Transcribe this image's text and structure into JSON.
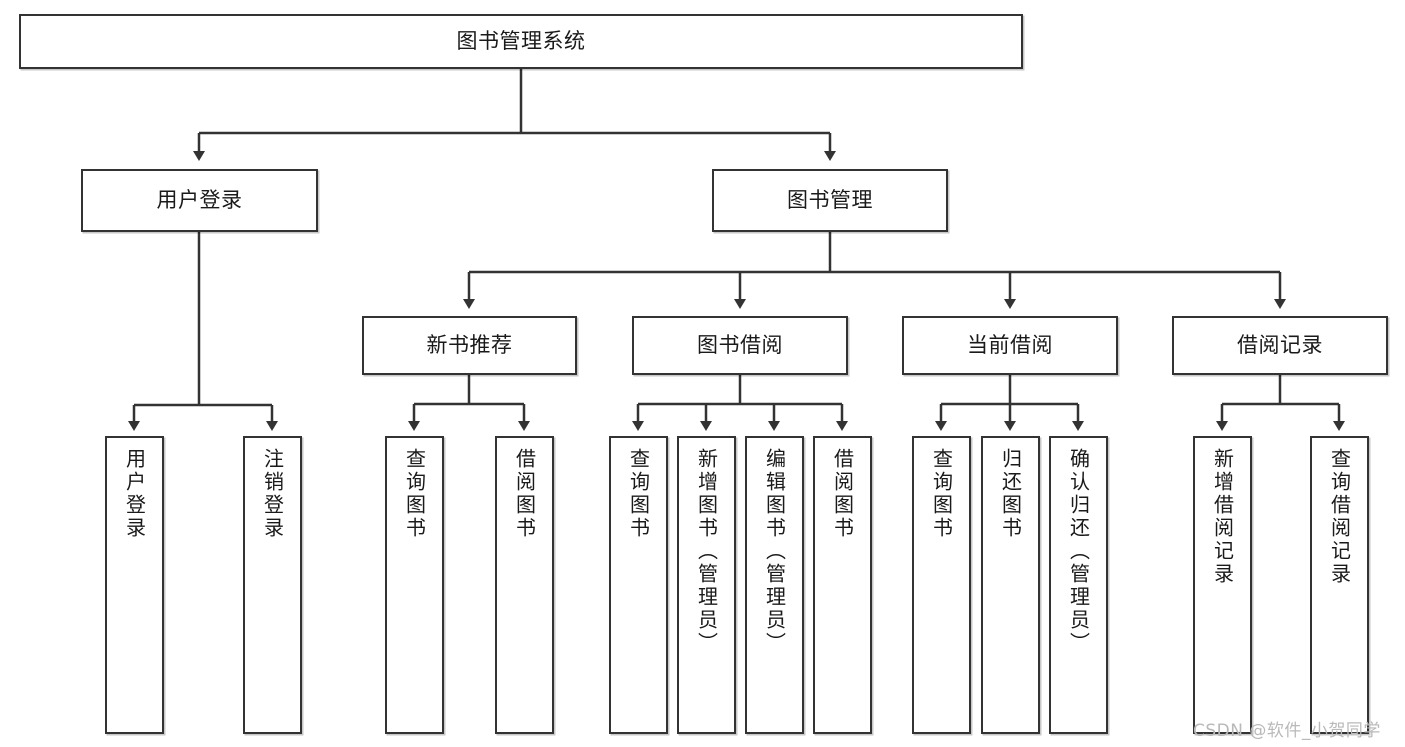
{
  "diagram": {
    "title": "图书管理系统",
    "type": "tree",
    "watermark": "CSDN @软件_小贺同学",
    "colors": {
      "box_border": "#333333",
      "box_fill": "#ffffff",
      "connector": "#333333",
      "text": "#1a1a1a",
      "watermark": "#b9b9b9"
    },
    "levels": {
      "root": {
        "label": "图书管理系统"
      },
      "level2": [
        {
          "label": "用户登录"
        },
        {
          "label": "图书管理"
        }
      ],
      "level3": [
        {
          "label": "新书推荐"
        },
        {
          "label": "图书借阅"
        },
        {
          "label": "当前借阅"
        },
        {
          "label": "借阅记录"
        }
      ],
      "leaves": {
        "user_login": [
          {
            "label": "用户登录"
          },
          {
            "label": "注销登录"
          }
        ],
        "new_book_recommend": [
          {
            "label": "查询图书"
          },
          {
            "label": "借阅图书"
          }
        ],
        "book_borrow": [
          {
            "label": "查询图书"
          },
          {
            "label": "新增图书（管理员）"
          },
          {
            "label": "编辑图书（管理员）"
          },
          {
            "label": "借阅图书"
          }
        ],
        "current_borrow": [
          {
            "label": "查询图书"
          },
          {
            "label": "归还图书"
          },
          {
            "label": "确认归还（管理员）"
          }
        ],
        "borrow_record": [
          {
            "label": "新增借阅记录"
          },
          {
            "label": "查询借阅记录"
          }
        ]
      }
    }
  }
}
